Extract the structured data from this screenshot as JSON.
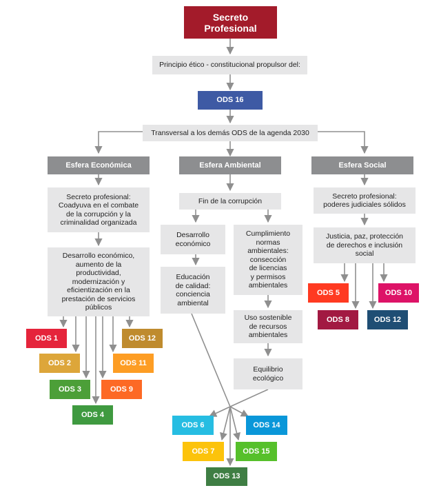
{
  "root": {
    "line1": "Secreto",
    "line2": "Profesional"
  },
  "principle": "Principio ético - constitucional propulsor del:",
  "ods16": "ODS 16",
  "transversal": "Transversal a los demás ODS de la agenda 2030",
  "spheres": {
    "economic": {
      "header": "Esfera Económica",
      "box1": [
        "Secreto profesional:",
        "Coadyuva en el combate",
        "de la corrupción y la",
        "criminalidad organizada"
      ],
      "box2": [
        "Desarrollo económico,",
        "aumento de la",
        "productividad,",
        "modernización y",
        "eficientización en la",
        "prestación de servicios",
        "públicos"
      ],
      "ods": {
        "o1": "ODS 1",
        "o2": "ODS 2",
        "o3": "ODS 3",
        "o4": "ODS 4",
        "o9": "ODS 9",
        "o11": "ODS 11",
        "o12": "ODS 12"
      }
    },
    "environmental": {
      "header": "Esfera Ambiental",
      "fin": "Fin de la corrupción",
      "desarrollo": [
        "Desarrollo",
        "económico"
      ],
      "educacion": [
        "Educación",
        "de calidad:",
        "conciencia",
        "ambiental"
      ],
      "cumplimiento": [
        "Cumplimiento",
        "normas",
        "ambientales:",
        "consección",
        "de licencias",
        "y permisos",
        "ambientales"
      ],
      "uso": [
        "Uso sostenible",
        "de recursos",
        "ambientales"
      ],
      "equilibrio": [
        "Equilibrio",
        "ecológico"
      ],
      "ods": {
        "o6": "ODS 6",
        "o7": "ODS 7",
        "o13": "ODS 13",
        "o14": "ODS 14",
        "o15": "ODS 15"
      }
    },
    "social": {
      "header": "Esfera Social",
      "box1": [
        "Secreto profesional:",
        "poderes judiciales sólidos"
      ],
      "box2": [
        "Justicia, paz, protección",
        "de derechos e inclusión",
        "social"
      ],
      "ods": {
        "o5": "ODS 5",
        "o8": "ODS 8",
        "o10": "ODS 10",
        "o12": "ODS 12"
      }
    }
  },
  "colors": {
    "title": "#a31b2a",
    "ods16": "#3e5aa4",
    "header": "#8d8e90",
    "box": "#e6e6e7",
    "line": "#8f8f8f",
    "ods1": "#e5243b",
    "ods2": "#dda63a",
    "ods3": "#4c9f38",
    "ods4": "#3f9a40",
    "ods5": "#ff3a21",
    "ods6": "#26bde2",
    "ods7": "#fcc30b",
    "ods8": "#a21942",
    "ods9": "#fd6925",
    "ods10": "#dd1367",
    "ods11": "#fd9d24",
    "ods12": "#bf8b2e",
    "ods12s": "#1f4e74",
    "ods13": "#3f7e44",
    "ods14": "#0a97d9",
    "ods15": "#56c02b"
  }
}
